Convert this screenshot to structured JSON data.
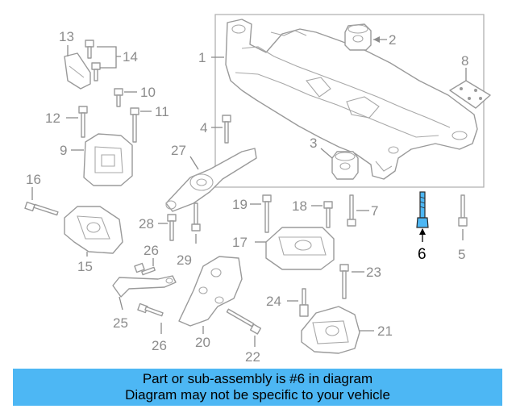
{
  "callouts": {
    "c1": "1",
    "c2": "2",
    "c3": "3",
    "c4": "4",
    "c5": "5",
    "c6": "6",
    "c7": "7",
    "c8": "8",
    "c9": "9",
    "c10": "10",
    "c11": "11",
    "c12": "12",
    "c13": "13",
    "c14": "14",
    "c15": "15",
    "c16": "16",
    "c17": "17",
    "c18": "18",
    "c19": "19",
    "c20": "20",
    "c21": "21",
    "c22": "22",
    "c23": "23",
    "c24": "24",
    "c25": "25",
    "c26a": "26",
    "c26b": "26",
    "c27": "27",
    "c28": "28",
    "c29": "29"
  },
  "highlighted_part": "6",
  "banner": {
    "line1": "Part or sub-assembly is #6 in diagram",
    "line2": "Diagram may not be specific to your vehicle"
  },
  "colors": {
    "banner_bg": "#4db7f4",
    "highlight_part": "#4db7f4",
    "line_art": "#9a9a9a"
  }
}
